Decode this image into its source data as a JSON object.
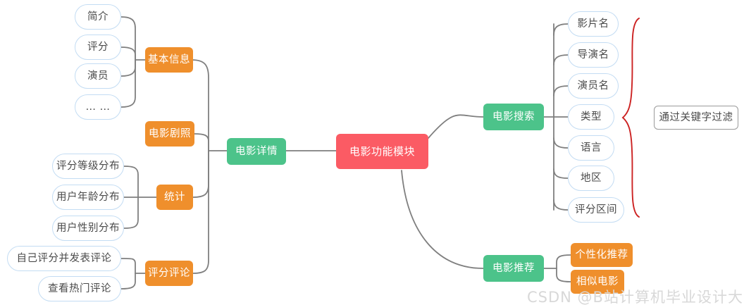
{
  "diagram": {
    "title": "电影功能模块",
    "type": "mind-map",
    "colors": {
      "root": "#fb5b64",
      "branch": "#4cc38a",
      "sub_branch": "#ef8f2c",
      "leaf_border": "#c3dcf3",
      "leaf_fill": "#ffffff",
      "connector": "#7f7f7f",
      "brace": "#cc2222",
      "note_border": "#9a9a9a",
      "watermark": "#d8d8d8",
      "background": "#ffffff"
    },
    "root": {
      "label": "电影功能模块"
    },
    "branches": [
      {
        "id": "movie-detail",
        "label": "电影详情",
        "color": "green",
        "children": [
          {
            "id": "basic-info",
            "label": "基本信息",
            "color": "orange",
            "children": [
              {
                "id": "intro",
                "label": "简介"
              },
              {
                "id": "rating",
                "label": "评分"
              },
              {
                "id": "actor",
                "label": "演员"
              },
              {
                "id": "more",
                "label": "… …"
              }
            ]
          },
          {
            "id": "movie-stills",
            "label": "电影剧照",
            "color": "orange",
            "children": []
          },
          {
            "id": "statistics",
            "label": "统计",
            "color": "orange",
            "children": [
              {
                "id": "rating-grade-dist",
                "label": "评分等级分布"
              },
              {
                "id": "user-age-dist",
                "label": "用户年龄分布"
              },
              {
                "id": "user-gender-dist",
                "label": "用户性别分布"
              }
            ]
          },
          {
            "id": "rating-comment",
            "label": "评分评论",
            "color": "orange",
            "children": [
              {
                "id": "self-rate-comment",
                "label": "自己评分并发表评论"
              },
              {
                "id": "view-hot-comment",
                "label": "查看热门评论"
              }
            ]
          }
        ]
      },
      {
        "id": "movie-search",
        "label": "电影搜索",
        "color": "green",
        "children": [
          {
            "id": "film-name",
            "label": "影片名"
          },
          {
            "id": "director-name",
            "label": "导演名"
          },
          {
            "id": "actor-name",
            "label": "演员名"
          },
          {
            "id": "genre",
            "label": "类型"
          },
          {
            "id": "language",
            "label": "语言"
          },
          {
            "id": "region",
            "label": "地区"
          },
          {
            "id": "rating-range",
            "label": "评分区间"
          }
        ],
        "annotation": {
          "id": "filter-by-keyword",
          "label": "通过关键字过滤"
        }
      },
      {
        "id": "movie-recommend",
        "label": "电影推荐",
        "color": "green",
        "children": [
          {
            "id": "personalized-recommend",
            "label": "个性化推荐",
            "color": "orange"
          },
          {
            "id": "similar-movie",
            "label": "相似电影",
            "color": "orange"
          }
        ]
      }
    ]
  },
  "watermark": {
    "text": "CSDN @B站计算机毕业设计大学"
  }
}
